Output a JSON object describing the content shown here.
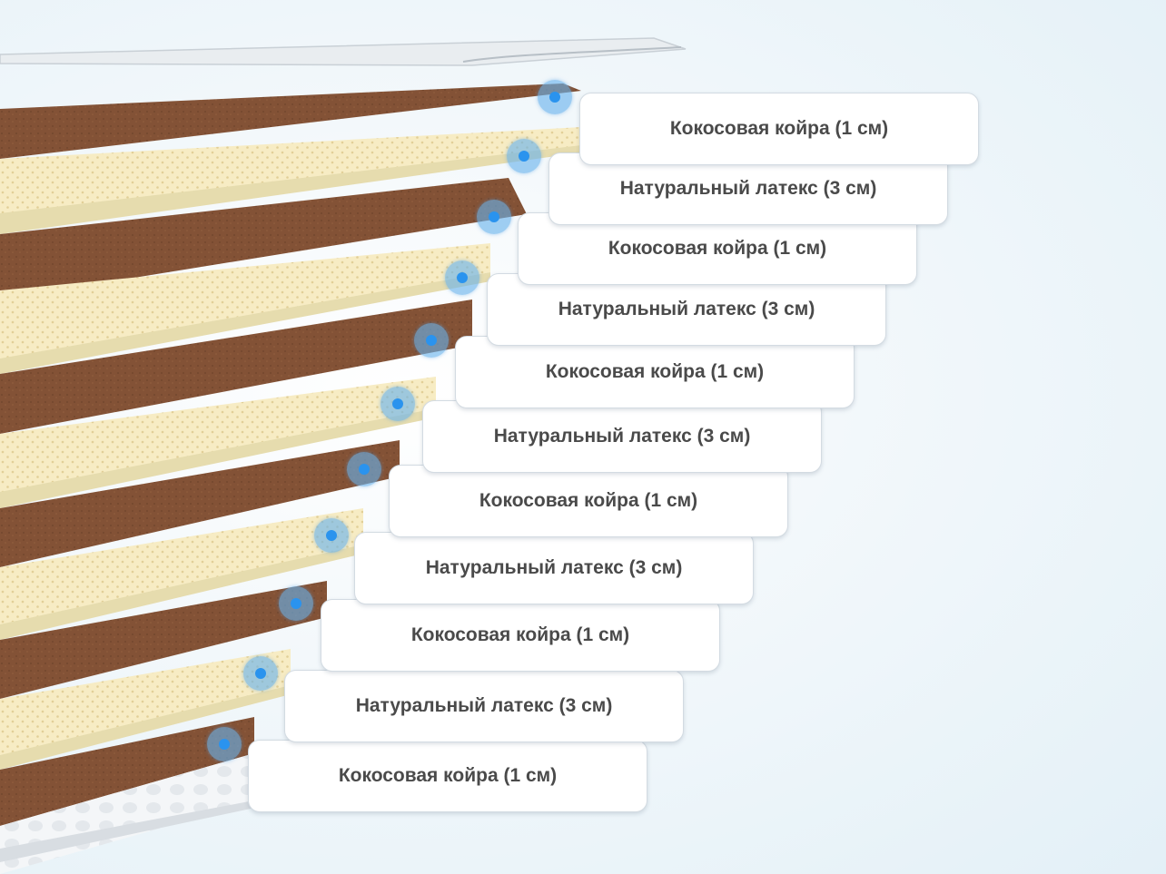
{
  "layers": [
    {
      "label": "Кокосовая койра (1 см)",
      "material": "coconut-coir",
      "color": "#7e4e33"
    },
    {
      "label": "Натуральный латекс (3 см)",
      "material": "natural-latex",
      "color": "#f7ecc4"
    },
    {
      "label": "Кокосовая койра (1 см)",
      "material": "coconut-coir",
      "color": "#7e4e33"
    },
    {
      "label": "Натуральный латекс (3 см)",
      "material": "natural-latex",
      "color": "#f7ecc4"
    },
    {
      "label": "Кокосовая койра (1 см)",
      "material": "coconut-coir",
      "color": "#7e4e33"
    },
    {
      "label": "Натуральный латекс (3 см)",
      "material": "natural-latex",
      "color": "#f7ecc4"
    },
    {
      "label": "Кокосовая койра (1 см)",
      "material": "coconut-coir",
      "color": "#7e4e33"
    },
    {
      "label": "Натуральный латекс (3 см)",
      "material": "natural-latex",
      "color": "#f7ecc4"
    },
    {
      "label": "Кокосовая койра (1 см)",
      "material": "coconut-coir",
      "color": "#7e4e33"
    },
    {
      "label": "Натуральный латекс (3 см)",
      "material": "natural-latex",
      "color": "#f7ecc4"
    },
    {
      "label": "Кокосовая койра (1 см)",
      "material": "coconut-coir",
      "color": "#7e4e33"
    }
  ],
  "colors": {
    "marker": "#2a93ee",
    "label_text": "#4a4a4a",
    "background": "#e3f0f7"
  }
}
